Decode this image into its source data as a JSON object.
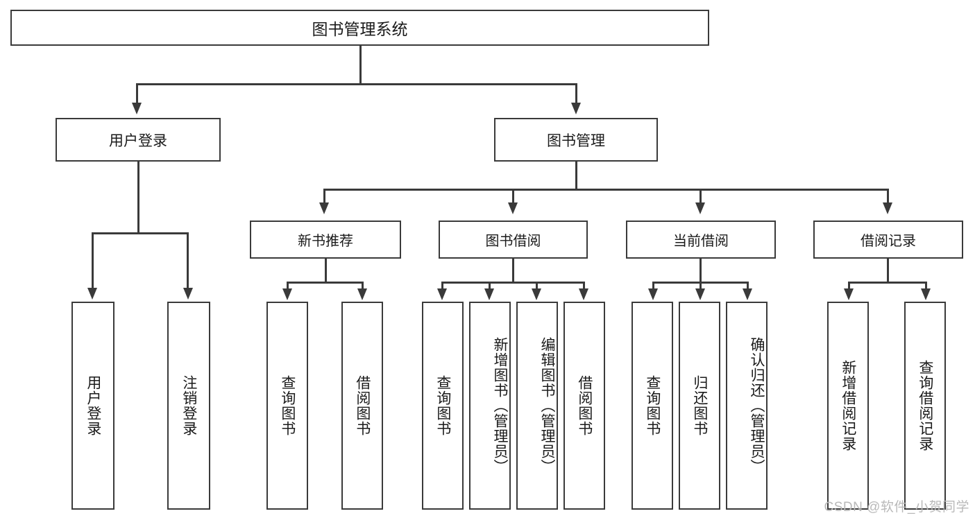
{
  "diagram": {
    "title": "图书管理系统",
    "type": "hierarchy-tree",
    "watermark": "CSDN @软件_小贺同学",
    "root": {
      "id": "root",
      "label": "图书管理系统"
    },
    "level2": [
      {
        "id": "user-login",
        "label": "用户登录"
      },
      {
        "id": "book-management",
        "label": "图书管理"
      }
    ],
    "level3": [
      {
        "id": "new-book-recommend",
        "label": "新书推荐",
        "parent": "book-management"
      },
      {
        "id": "book-borrow",
        "label": "图书借阅",
        "parent": "book-management"
      },
      {
        "id": "current-borrow",
        "label": "当前借阅",
        "parent": "book-management"
      },
      {
        "id": "borrow-record",
        "label": "借阅记录",
        "parent": "book-management"
      }
    ],
    "leaves": [
      {
        "id": "leaf-user-login",
        "label": "用户登录",
        "parent": "user-login"
      },
      {
        "id": "leaf-user-logout",
        "label": "注销登录",
        "parent": "user-login"
      },
      {
        "id": "leaf-query-book-rec",
        "label": "查询图书",
        "parent": "new-book-recommend"
      },
      {
        "id": "leaf-borrow-book-rec",
        "label": "借阅图书",
        "parent": "new-book-recommend"
      },
      {
        "id": "leaf-query-book-borrow",
        "label": "查询图书",
        "parent": "book-borrow"
      },
      {
        "id": "leaf-add-book-admin",
        "label": "新增图书（管理员）",
        "parent": "book-borrow"
      },
      {
        "id": "leaf-edit-book-admin",
        "label": "编辑图书（管理员）",
        "parent": "book-borrow"
      },
      {
        "id": "leaf-borrow-book",
        "label": "借阅图书",
        "parent": "book-borrow"
      },
      {
        "id": "leaf-query-book-cur",
        "label": "查询图书",
        "parent": "current-borrow"
      },
      {
        "id": "leaf-return-book",
        "label": "归还图书",
        "parent": "current-borrow"
      },
      {
        "id": "leaf-confirm-return-admin",
        "label": "确认归还（管理员）",
        "parent": "current-borrow"
      },
      {
        "id": "leaf-add-borrow-record",
        "label": "新增借阅记录",
        "parent": "borrow-record"
      },
      {
        "id": "leaf-query-borrow-record",
        "label": "查询借阅记录",
        "parent": "borrow-record"
      }
    ],
    "colors": {
      "stroke": "#3a3a3a",
      "fill": "#ffffff",
      "text": "#1a1a1a",
      "watermark": "#b9b9b9"
    }
  }
}
